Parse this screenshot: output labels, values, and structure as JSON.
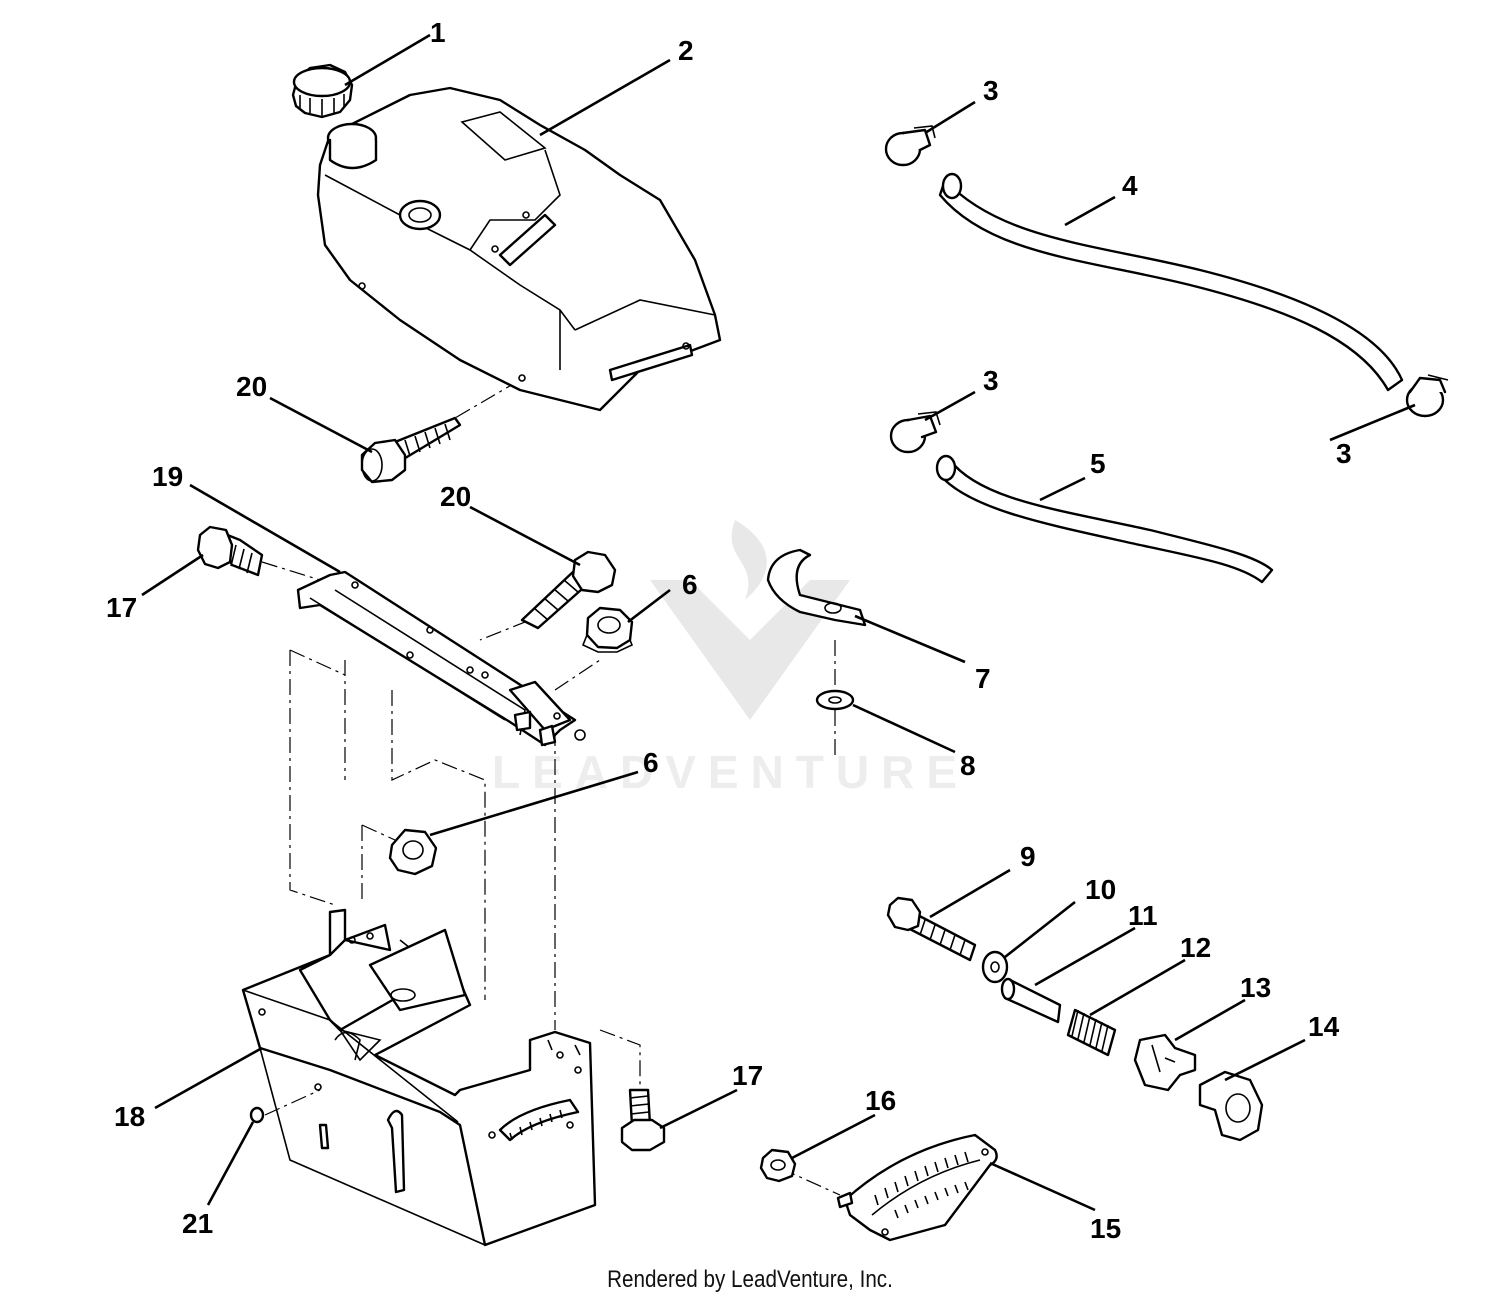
{
  "watermark": {
    "brand": "LEADVENTURE"
  },
  "footer": {
    "text": "Rendered by LeadVenture, Inc."
  },
  "callouts": [
    {
      "id": "c1",
      "label": "1"
    },
    {
      "id": "c2",
      "label": "2"
    },
    {
      "id": "c3a",
      "label": "3"
    },
    {
      "id": "c4",
      "label": "4"
    },
    {
      "id": "c3b",
      "label": "3"
    },
    {
      "id": "c3c",
      "label": "3"
    },
    {
      "id": "c5",
      "label": "5"
    },
    {
      "id": "c20a",
      "label": "20"
    },
    {
      "id": "c19",
      "label": "19"
    },
    {
      "id": "c20b",
      "label": "20"
    },
    {
      "id": "c17a",
      "label": "17"
    },
    {
      "id": "c6a",
      "label": "6"
    },
    {
      "id": "c7",
      "label": "7"
    },
    {
      "id": "c8",
      "label": "8"
    },
    {
      "id": "c6b",
      "label": "6"
    },
    {
      "id": "c9",
      "label": "9"
    },
    {
      "id": "c10",
      "label": "10"
    },
    {
      "id": "c11",
      "label": "11"
    },
    {
      "id": "c12",
      "label": "12"
    },
    {
      "id": "c13",
      "label": "13"
    },
    {
      "id": "c14",
      "label": "14"
    },
    {
      "id": "c17b",
      "label": "17"
    },
    {
      "id": "c16",
      "label": "16"
    },
    {
      "id": "c18",
      "label": "18"
    },
    {
      "id": "c15",
      "label": "15"
    },
    {
      "id": "c21",
      "label": "21"
    }
  ]
}
